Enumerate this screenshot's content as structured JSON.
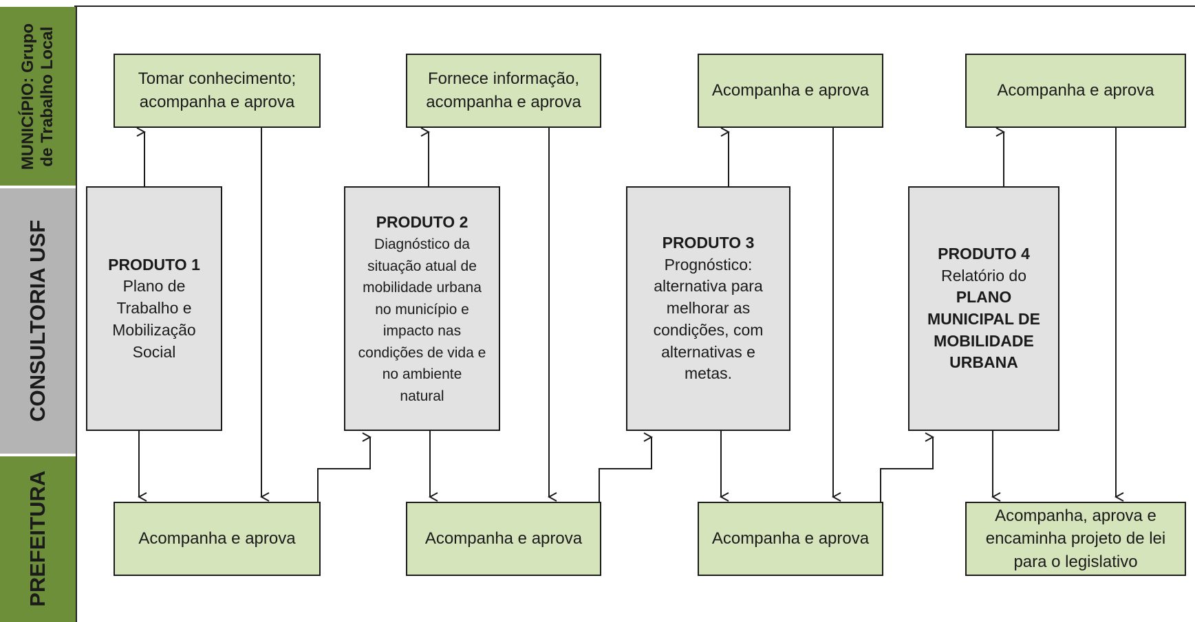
{
  "lanes": {
    "municipio": "MUNICÍPIO: Grupo\nde Trabalho Local",
    "consultoria": "CONSULTORIA USF",
    "prefeitura": "PREFEITURA"
  },
  "municipio_boxes": [
    "Tomar conhecimento;\nacompanha e aprova",
    "Fornece informação,\nacompanha e aprova",
    "Acompanha e aprova",
    "Acompanha e aprova"
  ],
  "produtos": [
    {
      "title": "PRODUTO 1",
      "lines": [
        "Plano de",
        "Trabalho e",
        "Mobilização",
        "Social"
      ]
    },
    {
      "title": "PRODUTO 2",
      "lines": [
        "Diagnóstico da",
        "situação atual de",
        "mobilidade urbana",
        "no município e",
        "impacto nas",
        "condições de vida e",
        "no ambiente",
        "natural"
      ]
    },
    {
      "title": "PRODUTO 3",
      "lines": [
        "Prognóstico:",
        "alternativa para",
        "melhorar as",
        "condições, com",
        "alternativas e",
        "metas."
      ]
    },
    {
      "title": "PRODUTO 4",
      "lines": [
        "Relatório do"
      ],
      "bold_lines": [
        "PLANO",
        "MUNICIPAL DE",
        "MOBILIDADE",
        "URBANA"
      ]
    }
  ],
  "prefeitura_boxes": [
    "Acompanha e aprova",
    "Acompanha e aprova",
    "Acompanha e aprova",
    "Acompanha, aprova e\nencaminha projeto de lei\npara o legislativo"
  ]
}
